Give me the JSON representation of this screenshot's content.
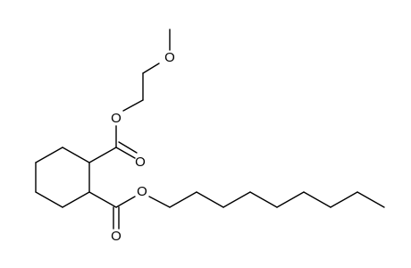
{
  "molecule": {
    "atoms": {
      "methoxy_oxygen": "O",
      "ester1_ether_oxygen": "O",
      "ester1_carbonyl_oxygen": "O",
      "ester2_ether_oxygen": "O",
      "ester2_carbonyl_oxygen": "O"
    }
  }
}
